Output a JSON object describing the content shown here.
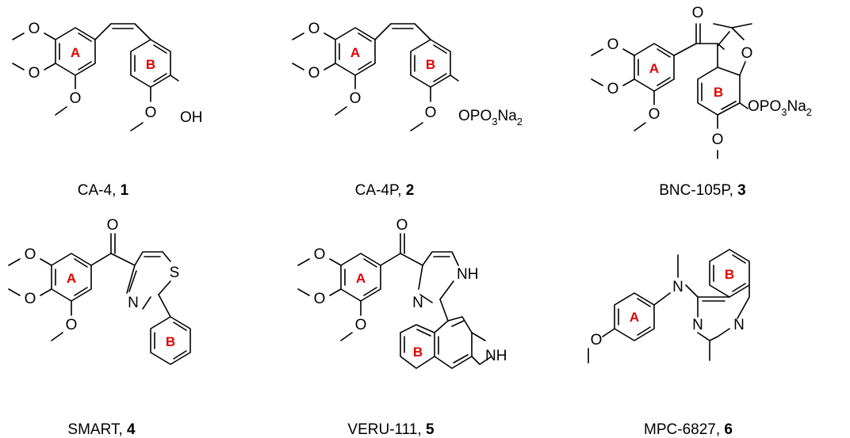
{
  "compounds": [
    {
      "name": "CA-4",
      "number": "1",
      "ring_labels": [
        "A",
        "B"
      ],
      "atom_labels": [
        "O",
        "O",
        "O",
        "O",
        "OH"
      ]
    },
    {
      "name": "CA-4P",
      "number": "2",
      "ring_labels": [
        "A",
        "B"
      ],
      "atom_labels": [
        "O",
        "O",
        "O",
        "O"
      ],
      "phosphate": {
        "lead": "OPO",
        "sub1": "3",
        "mid": "Na",
        "sub2": "2"
      }
    },
    {
      "name": "BNC-105P",
      "number": "3",
      "ring_labels": [
        "A",
        "B"
      ],
      "atom_labels": [
        "O",
        "O",
        "O",
        "O",
        "O",
        "O"
      ],
      "phosphate": {
        "lead": "OPO",
        "sub1": "3",
        "mid": "Na",
        "sub2": "2"
      }
    },
    {
      "name": "SMART",
      "number": "4",
      "ring_labels": [
        "A",
        "B"
      ],
      "atom_labels": [
        "O",
        "O",
        "O",
        "O",
        "S",
        "N"
      ]
    },
    {
      "name": "VERU-111",
      "number": "5",
      "ring_labels": [
        "A",
        "B"
      ],
      "atom_labels": [
        "O",
        "O",
        "O",
        "O",
        "NH",
        "N",
        "NH"
      ]
    },
    {
      "name": "MPC-6827",
      "number": "6",
      "ring_labels": [
        "A",
        "B"
      ],
      "atom_labels": [
        "O",
        "N",
        "N",
        "N"
      ]
    }
  ]
}
